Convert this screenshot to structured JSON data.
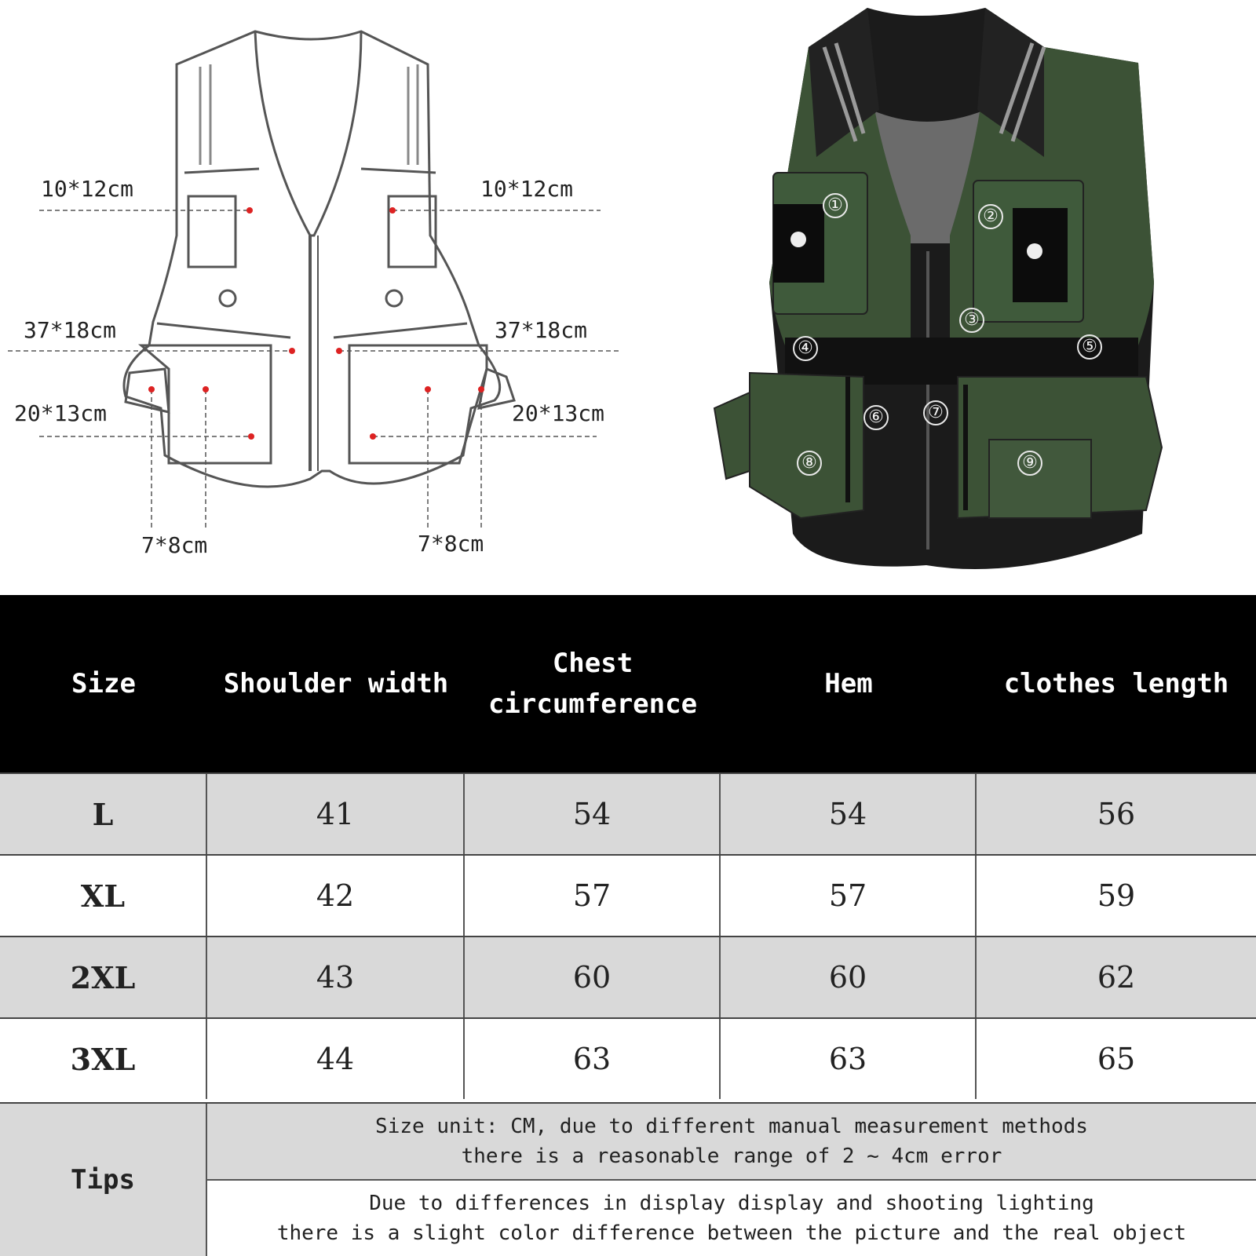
{
  "diagram": {
    "labels": {
      "top_left": "10*12cm",
      "top_right": "10*12cm",
      "mid_left": "37*18cm",
      "mid_right": "37*18cm",
      "low_left": "20*13cm",
      "low_right": "20*13cm",
      "bottom_left": "7*8cm",
      "bottom_right": "7*8cm"
    },
    "pocket_numbers": [
      "①",
      "②",
      "③",
      "④",
      "⑤",
      "⑥",
      "⑦",
      "⑧",
      "⑨"
    ],
    "vest_color": "#3c5236"
  },
  "size_table": {
    "headers": {
      "size": "Size",
      "shoulder": "Shoulder width",
      "chest_1": "Chest",
      "chest_2": "circumference",
      "hem": "Hem",
      "length": "clothes length"
    },
    "rows": [
      {
        "size": "L",
        "shoulder": "41",
        "chest": "54",
        "hem": "54",
        "length": "56"
      },
      {
        "size": "XL",
        "shoulder": "42",
        "chest": "57",
        "hem": "57",
        "length": "59"
      },
      {
        "size": "2XL",
        "shoulder": "43",
        "chest": "60",
        "hem": "60",
        "length": "62"
      },
      {
        "size": "3XL",
        "shoulder": "44",
        "chest": "63",
        "hem": "63",
        "length": "65"
      }
    ],
    "tips_label": "Tips",
    "tip1_line1": "Size unit: CM, due to different manual measurement methods",
    "tip1_line2": "there is a reasonable range of 2 ~ 4cm error",
    "tip2_line1": "Due to differences in display display and shooting lighting",
    "tip2_line2": "there is a slight color difference between the picture and the real object"
  }
}
